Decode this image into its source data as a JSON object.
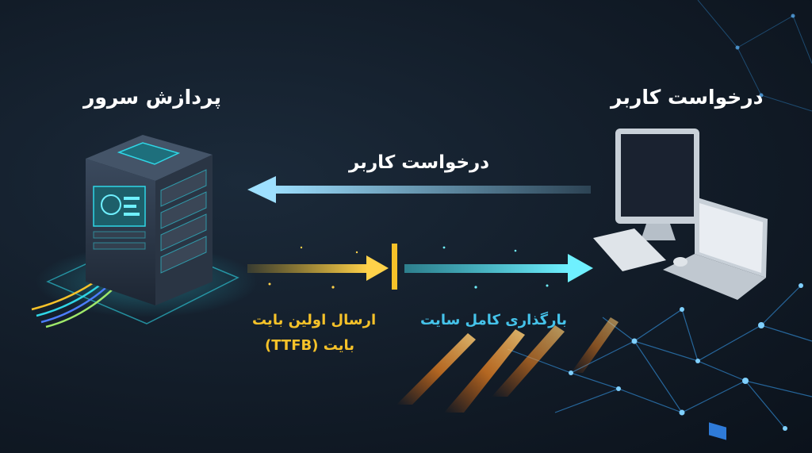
{
  "server": {
    "title": "پردازش سرور",
    "icon": "server-rack-icon"
  },
  "client": {
    "title": "درخواست کاربر",
    "icons": [
      "desktop-computer-icon",
      "laptop-icon",
      "keyboard-icon",
      "mouse-icon"
    ]
  },
  "arrows": {
    "request_label": "درخواست کاربر",
    "ttfb_line1": "ارسال اولین بایت",
    "ttfb_line2": "بایت (TTFB)",
    "load_label": "بارگذاری کامل سایت"
  },
  "colors": {
    "request_arrow": "#8fd3f4",
    "ttfb_arrow": "#f6c229",
    "load_arrow": "#45dbe9",
    "server_glow": "#2fd6e6",
    "fire": "#ff8a1f",
    "network": "#3aa8ff"
  }
}
